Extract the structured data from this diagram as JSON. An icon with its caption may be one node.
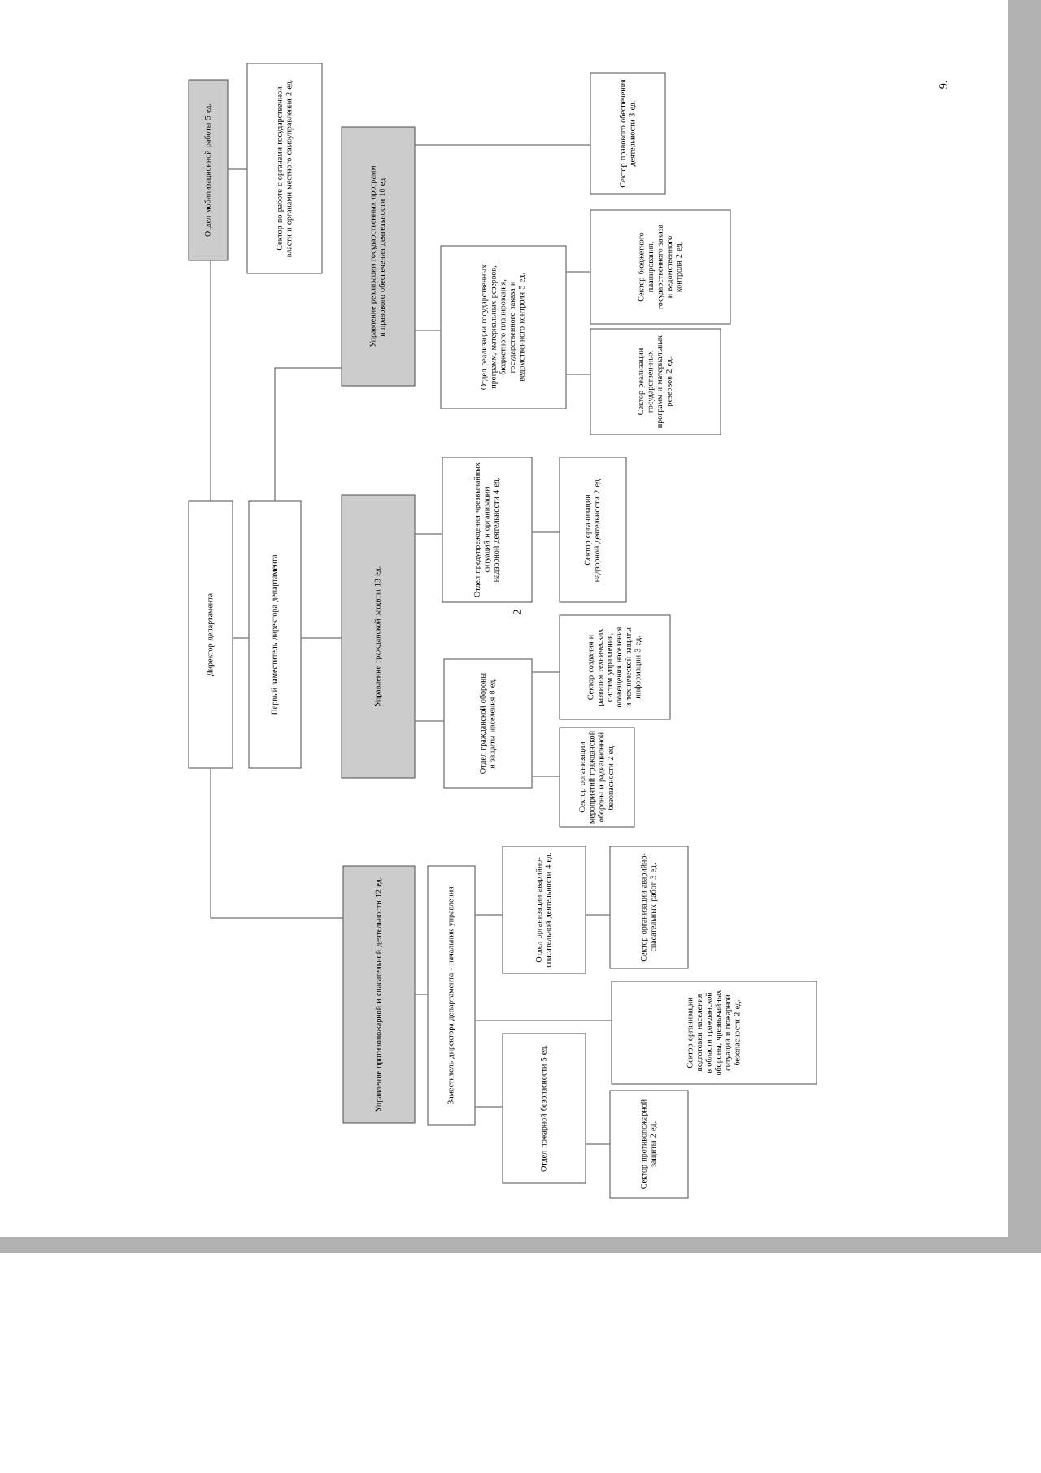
{
  "diagram": {
    "nodes": [
      {
        "text": [
          "Директор департамента"
        ]
      },
      {
        "text": [
          "Первый заместитель директора департамента"
        ]
      },
      {
        "text": [
          "Отдел мобилизационной работы 5 ед."
        ]
      },
      {
        "text": [
          "Сектор по работе с органами государственной власти и органами местного самоуправления 2 ед."
        ]
      },
      {
        "text": [
          "Управление реализации государственных программ и правового обеспечения деятельности 10 ед."
        ]
      },
      {
        "text": [
          "Отдел реализации государственных программ, материальных резервов, бюджетного планирования, государственного заказа и ведомственного контроля 5 ед."
        ]
      },
      {
        "text": [
          "Сектор реализации государствен-ных программ и материальных резервов 2 ед."
        ]
      },
      {
        "text": [
          "Сектор бюджетного планирования, государственного заказа и ведомственного контроля 2 ед."
        ]
      },
      {
        "text": [
          "Сектор правового обеспечения деятельности 3 ед."
        ]
      },
      {
        "text": [
          "Управление гражданской защиты 13 ед."
        ]
      },
      {
        "text": [
          "Отдел предупреждения чрезвычайных ситуаций и организации надзорной деятельности 4 ед."
        ]
      },
      {
        "text": [
          "Сектор организации надзорной деятельности 2 ед."
        ]
      },
      {
        "text": [
          "Отдел гражданской обороны и защиты населения 8 ед."
        ]
      },
      {
        "text": [
          "Сектор организации мероприятий гражданской обороны и радиационной безопасности 2 ед."
        ]
      },
      {
        "text": [
          "Сектор создания и развития технических систем управления, оповещения населения и технической защиты информации 3 ед."
        ]
      },
      {
        "text": [
          "Управление противопожарной и спасательной деятельности 12 ед."
        ]
      },
      {
        "text": [
          "Заместитель директора департамента - начальник управления"
        ]
      },
      {
        "text": [
          "Отдел организации аварийно-спасательной деятельности 4 ед."
        ]
      },
      {
        "text": [
          "Сектор организации аварийно-спасательных работ 3 ед."
        ]
      },
      {
        "text": [
          "Отдел пожарной безопасности 5 ед."
        ]
      },
      {
        "text": [
          "Сектор организации подготовки населения в области гражданской обороны, чрезвычайных ситуаций и пожарной безопасности 2 ед."
        ]
      },
      {
        "text": [
          "Сектор противопожарной защиты 2 ед."
        ]
      }
    ],
    "edges": [
      {
        "from": 0,
        "to": 2,
        "arrow": "none"
      },
      {
        "from": 0,
        "to": 1,
        "arrow": "none"
      },
      {
        "from": 0,
        "to": 15,
        "arrow": "none"
      },
      {
        "from": 1,
        "to": 4,
        "arrow": "none"
      },
      {
        "from": 1,
        "to": 9,
        "arrow": "none"
      },
      {
        "from": 2,
        "to": 3,
        "arrow": "none"
      },
      {
        "from": 4,
        "to": 5,
        "arrow": "none"
      },
      {
        "from": 4,
        "to": 8,
        "arrow": "none"
      },
      {
        "from": 5,
        "to": 6,
        "arrow": "none"
      },
      {
        "from": 5,
        "to": 7,
        "arrow": "none"
      },
      {
        "from": 9,
        "to": 10,
        "arrow": "none"
      },
      {
        "from": 10,
        "to": 11,
        "arrow": "none"
      },
      {
        "from": 9,
        "to": 12,
        "arrow": "none"
      },
      {
        "from": 12,
        "to": 13,
        "arrow": "none"
      },
      {
        "from": 12,
        "to": 14,
        "arrow": "none"
      },
      {
        "from": 15,
        "to": 16,
        "arrow": "none"
      },
      {
        "from": 16,
        "to": 17,
        "arrow": "none"
      },
      {
        "from": 16,
        "to": 19,
        "arrow": "none"
      },
      {
        "from": 16,
        "to": 20,
        "arrow": "none"
      },
      {
        "from": 17,
        "to": 18,
        "arrow": "none"
      },
      {
        "from": 19,
        "to": 21,
        "arrow": "none"
      }
    ],
    "labels": [
      "2",
      "9."
    ]
  }
}
